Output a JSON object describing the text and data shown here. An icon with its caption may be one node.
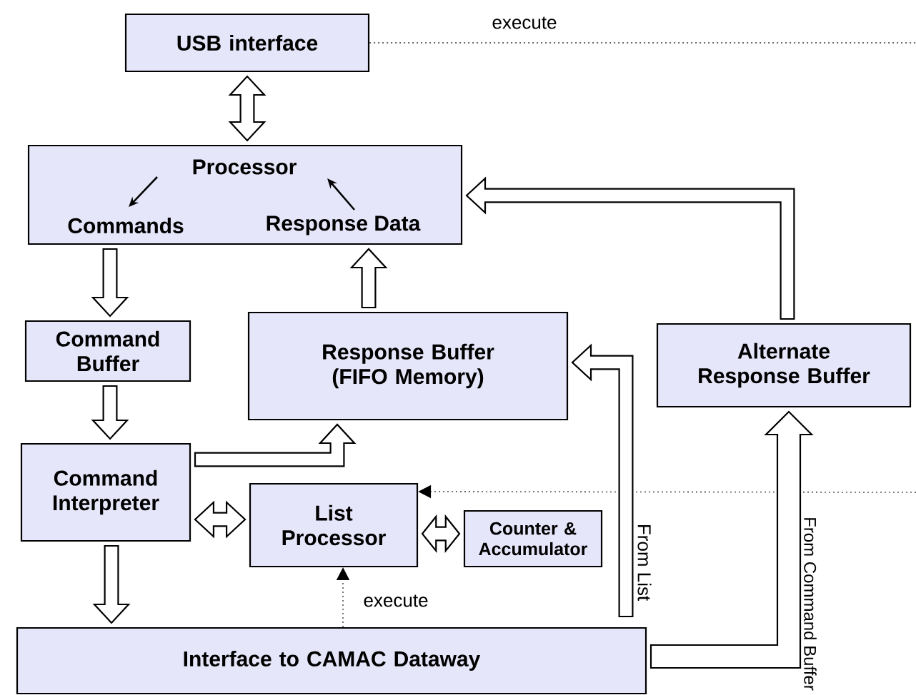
{
  "diagram": {
    "nodes": [
      {
        "text": [
          "USB interface"
        ]
      },
      {
        "text": [
          "Processor",
          "Commands",
          "Response Data"
        ]
      },
      {
        "text": [
          "Command Buffer"
        ]
      },
      {
        "text": [
          "Response Buffer (FIFO Memory)"
        ]
      },
      {
        "text": [
          "Alternate Response Buffer"
        ]
      },
      {
        "text": [
          "Command Interpreter"
        ]
      },
      {
        "text": [
          "List Processor"
        ]
      },
      {
        "text": [
          "Counter & Accumulator"
        ]
      },
      {
        "text": [
          "Interface to CAMAC Dataway"
        ]
      }
    ],
    "edges": [
      {
        "from": 0,
        "to": 1,
        "arrow": "both"
      },
      {
        "from": 1,
        "to": 2,
        "arrow": "to"
      },
      {
        "from": 2,
        "to": 5,
        "arrow": "to"
      },
      {
        "from": 3,
        "to": 1,
        "arrow": "to"
      },
      {
        "from": 4,
        "to": 1,
        "arrow": "to"
      },
      {
        "from": 5,
        "to": 3,
        "arrow": "to"
      },
      {
        "from": 5,
        "to": 6,
        "arrow": "both"
      },
      {
        "from": 6,
        "to": 7,
        "arrow": "both"
      },
      {
        "from": 5,
        "to": 8,
        "arrow": "to"
      },
      {
        "from": 8,
        "to": 6,
        "arrow": "to",
        "label": "execute",
        "style": "dashed",
        "color": "#666666"
      },
      {
        "from": null,
        "to": 3,
        "arrow": "to",
        "label": "From List"
      },
      {
        "from": 8,
        "to": 4,
        "arrow": "to",
        "label": "From Command Buffer",
        "style": "thick"
      },
      {
        "from": 0,
        "to": null,
        "arrow": "none",
        "label": "execute",
        "style": "dashed",
        "color": "#666666"
      },
      {
        "from": null,
        "to": 6,
        "arrow": "to",
        "style": "dashed",
        "color": "#666666"
      }
    ]
  }
}
